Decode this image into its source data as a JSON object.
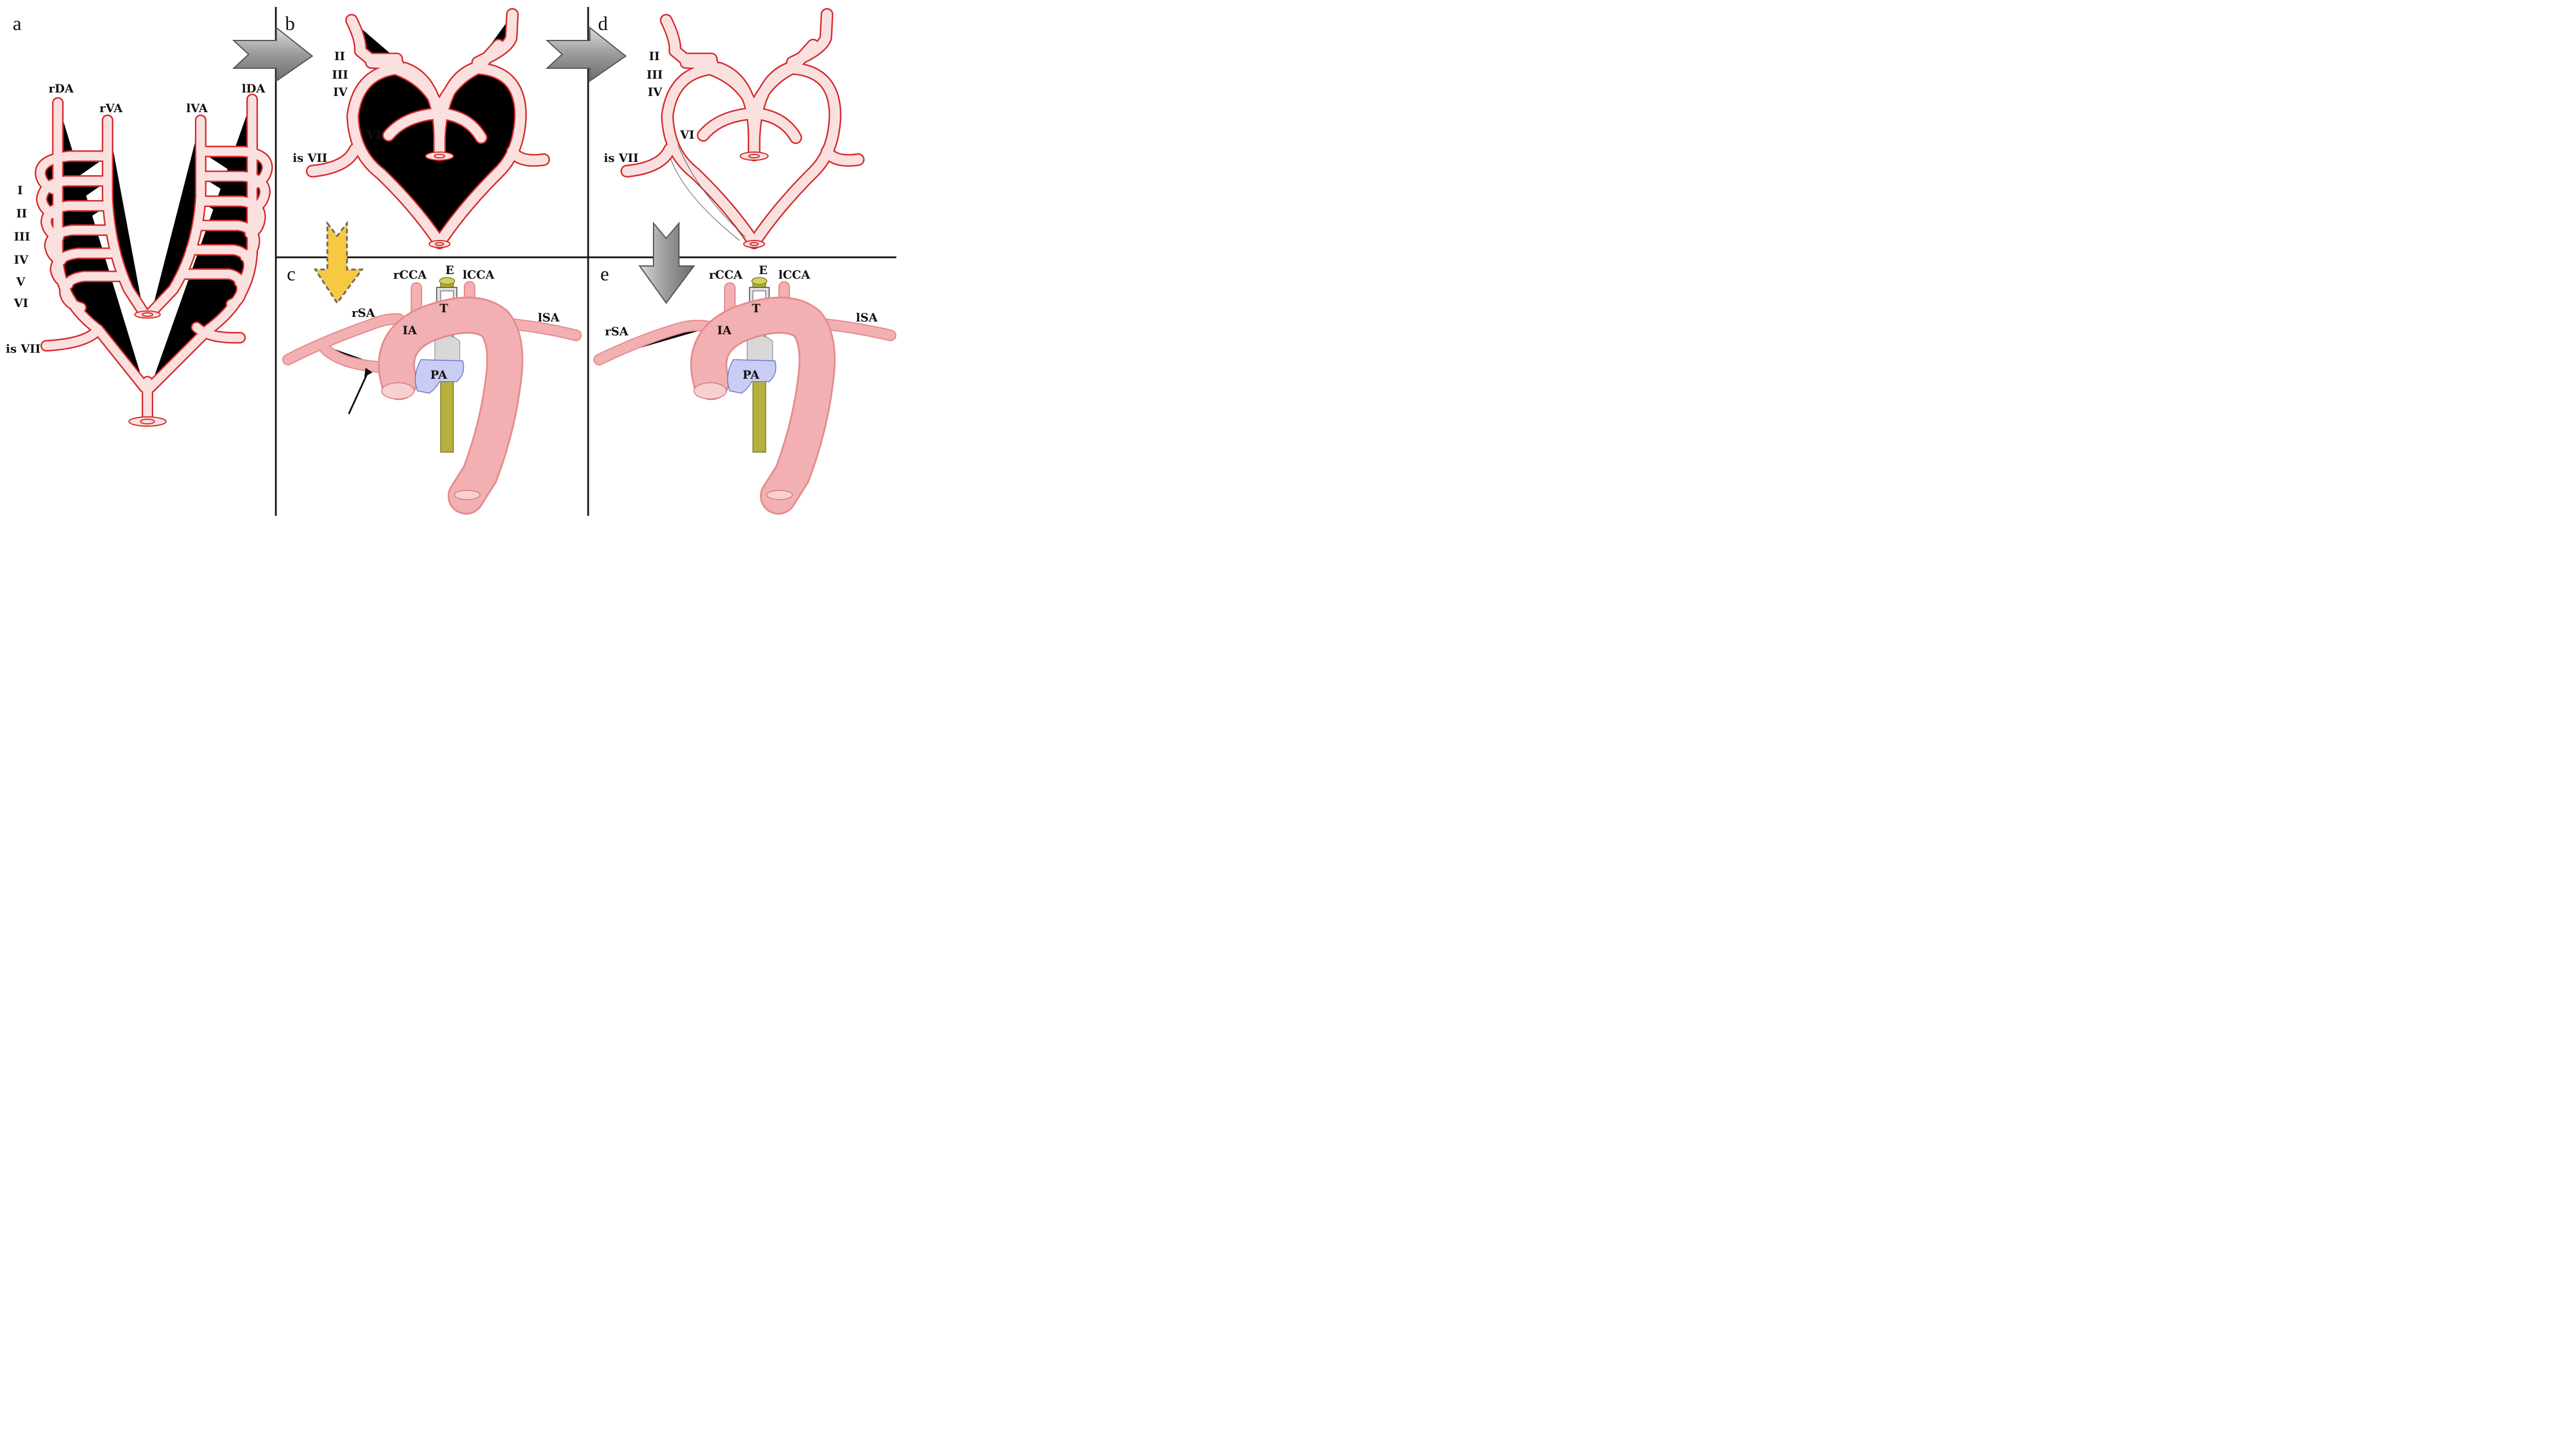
{
  "panels": {
    "a": "a",
    "b": "b",
    "c": "c",
    "d": "d",
    "e": "e"
  },
  "panel_a": {
    "rDA": "rDA",
    "rVA": "rVA",
    "lVA": "lVA",
    "lDA": "lDA",
    "arch_I": "I",
    "arch_II": "II",
    "arch_III": "III",
    "arch_IV": "IV",
    "arch_V": "V",
    "arch_VI": "VI",
    "isVII": "is VII"
  },
  "panel_b": {
    "II": "II",
    "III": "III",
    "IV": "IV",
    "VI": "VI",
    "isVII": "is VII"
  },
  "panel_d": {
    "II": "II",
    "III": "III",
    "IV": "IV",
    "VI": "VI",
    "isVII": "is VII"
  },
  "panel_c": {
    "rCCA": "rCCA",
    "E": "E",
    "lCCA": "lCCA",
    "T": "T",
    "rSA": "rSA",
    "IA": "IA",
    "lSA": "lSA",
    "PA": "PA"
  },
  "panel_e": {
    "rCCA": "rCCA",
    "E": "E",
    "lCCA": "lCCA",
    "T": "T",
    "rSA": "rSA",
    "IA": "IA",
    "lSA": "lSA",
    "PA": "PA"
  },
  "colors": {
    "vessel_outline": "#d42a2a",
    "aorta": "#f2b0b2",
    "pulmonary_artery": "#c9cdf3",
    "esophagus": "#b5b13c",
    "gray_arrow": "#8c8c8c",
    "yellow_arrow": "#f7c842"
  },
  "arrows": [
    {
      "from": "a",
      "to": "b",
      "style": "gray"
    },
    {
      "from": "b",
      "to": "d",
      "style": "gray"
    },
    {
      "from": "b",
      "to": "c",
      "style": "yellow-dashed"
    },
    {
      "from": "d",
      "to": "e",
      "style": "gray"
    }
  ]
}
